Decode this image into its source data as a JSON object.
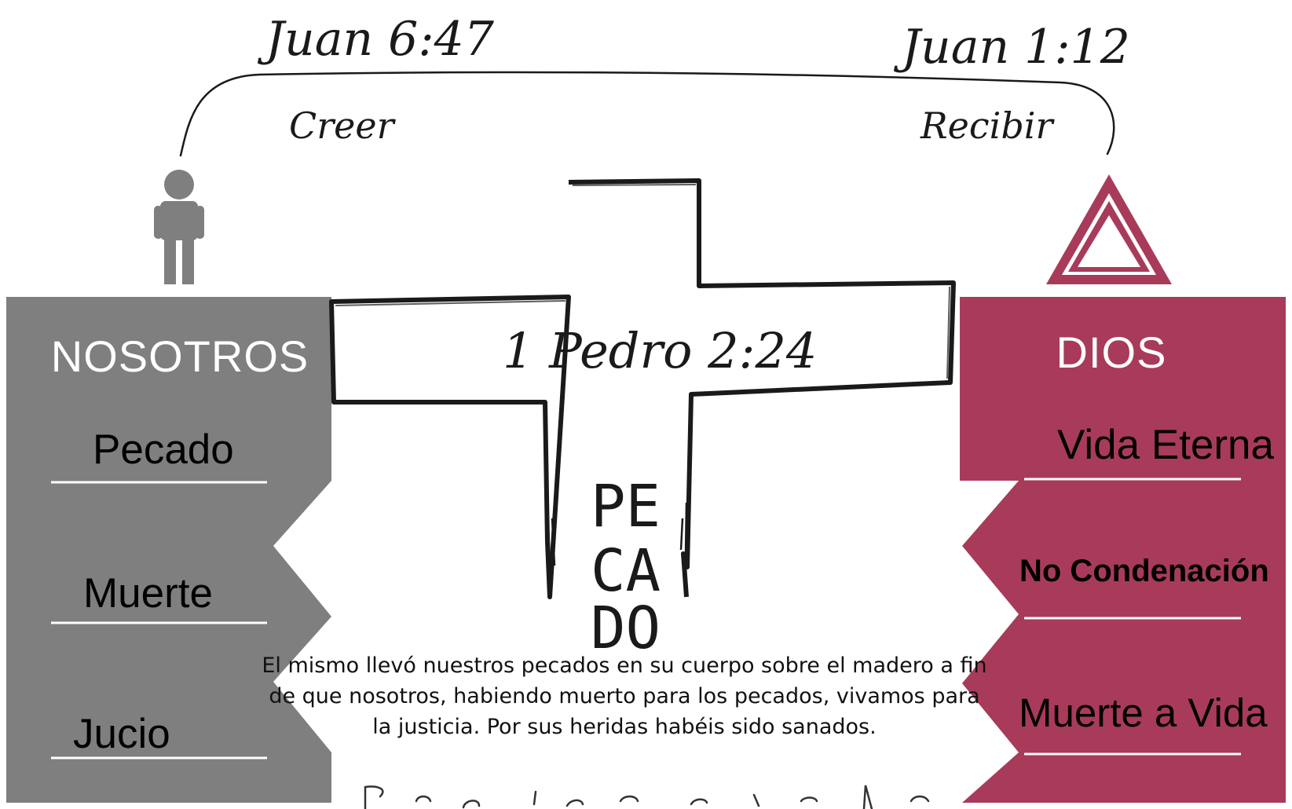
{
  "references": {
    "left": "Juan 6:47",
    "right": "Juan 1:12",
    "cross": "1 Pedro 2:24"
  },
  "actions": {
    "left": "Creer",
    "right": "Recibir"
  },
  "cross_word": [
    "PE",
    "CA",
    "DO"
  ],
  "us": {
    "title": "NOSOTROS",
    "items": [
      "Pecado",
      "Muerte",
      "Jucio"
    ]
  },
  "god": {
    "title": "DIOS",
    "items": [
      "Vida Eterna",
      "No Condenación",
      "Muerte a Vida"
    ]
  },
  "verse_text": "El mismo llevó nuestros pecados en su cuerpo sobre el madero a fin de que nosotros, habiendo muerto para los pecados, vivamos para la justicia. Por sus heridas habéis sido sanados.",
  "colors": {
    "us_panel": "#7f7f7f",
    "god_panel": "#a83b5a",
    "ink": "#1a1a1a"
  },
  "icons": {
    "person": "person-icon",
    "trinity": "triangle-icon"
  }
}
